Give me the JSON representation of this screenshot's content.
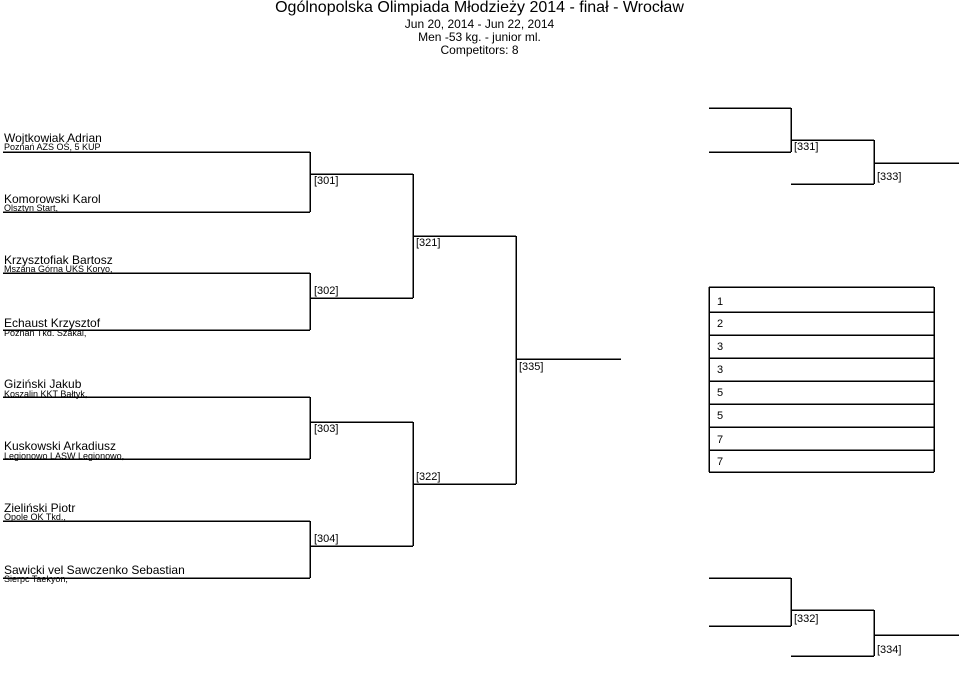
{
  "header": {
    "title": "Ogólnopolska Olimpiada Młodzieży 2014 - finał - Wrocław",
    "dates": "Jun 20, 2014 - Jun 22, 2014",
    "category": "Men -53 kg. - junior ml.",
    "competitors": "Competitors: 8"
  },
  "competitors": [
    {
      "name": "Wojtkowiak Adrian",
      "club": "Poznań AZS OŚ, 5 KUP"
    },
    {
      "name": "Komorowski Karol",
      "club": "Olsztyn Start,"
    },
    {
      "name": "Krzysztofiak Bartosz",
      "club": "Mszana Górna UKS Koryo,"
    },
    {
      "name": "Echaust Krzysztof",
      "club": "Poznań Tkd. Szakal,"
    },
    {
      "name": "Giziński Jakub",
      "club": "Koszalin KKT Bałtyk,"
    },
    {
      "name": "Kuskowski Arkadiusz",
      "club": "Legionowo LASW Legionowo,"
    },
    {
      "name": "Zieliński Piotr",
      "club": "Opole OK Tkd.,"
    },
    {
      "name": "Sawicki vel Sawczenko Sebastian",
      "club": "Sierpc Taekyon,"
    }
  ],
  "matches": {
    "m301": "[301]",
    "m302": "[302]",
    "m303": "[303]",
    "m304": "[304]",
    "m321": "[321]",
    "m322": "[322]",
    "m335": "[335]",
    "m331": "[331]",
    "m333": "[333]",
    "m332": "[332]",
    "m334": "[334]"
  },
  "placings": [
    "1",
    "2",
    "3",
    "3",
    "5",
    "5",
    "7",
    "7"
  ]
}
